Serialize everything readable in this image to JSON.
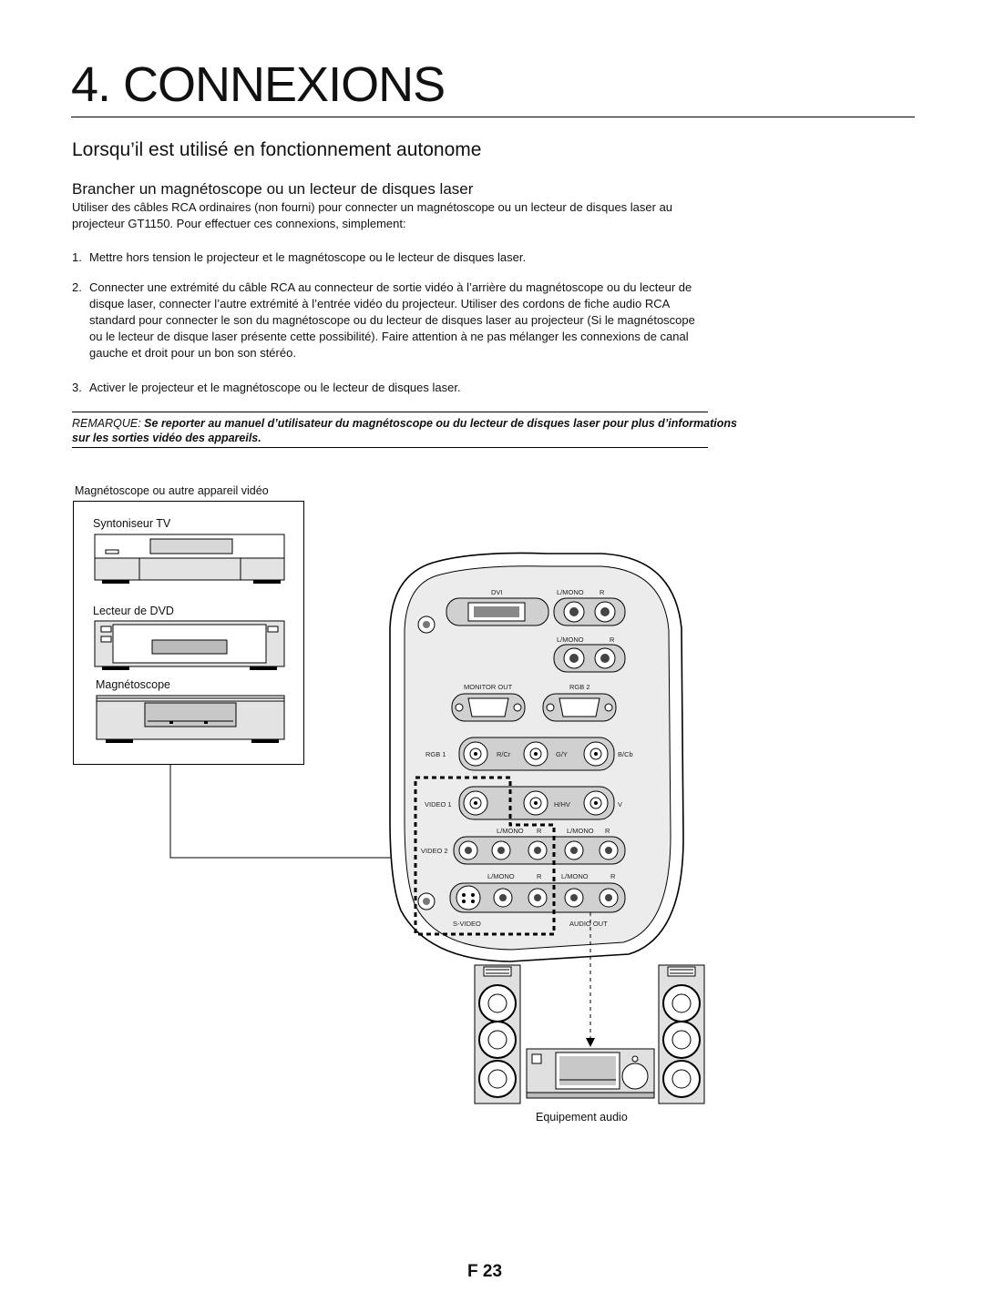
{
  "title": "4. CONNEXIONS",
  "section": "Lorsqu’il est utilisé en fonctionnement autonome",
  "subsection": "Brancher un magnétoscope ou un lecteur de disques laser",
  "intro": "Utiliser des câbles RCA ordinaires (non fourni) pour connecter un magnétoscope ou un lecteur de disques laser au projecteur GT1150. Pour effectuer ces connexions, simplement:",
  "steps": [
    {
      "num": "1.",
      "text": "Mettre hors tension le projecteur et le magnétoscope ou le lecteur de disques laser."
    },
    {
      "num": "2.",
      "text": "Connecter une extrémité du câble RCA au connecteur de sortie vidéo à l’arrière du magnétoscope ou du lecteur de disque laser, connecter l’autre extrémité à l’entrée vidéo du projecteur. Utiliser des cordons de fiche audio RCA standard pour connecter le son du magnétoscope ou du lecteur de disques laser au projecteur (Si le magnétoscope ou le lecteur de disque laser présente cette possibilité). Faire attention à ne pas mélanger les connexions de canal gauche et droit pour un bon son stéréo."
    },
    {
      "num": "3.",
      "text": "Activer le projecteur et le magnétoscope ou le lecteur de disques laser."
    }
  ],
  "note": {
    "label": "REMARQUE:",
    "text": " Se reporter au manuel d’utilisateur du magnétoscope ou du lecteur de disques laser pour plus d’informations sur les sorties vidéo des appareils."
  },
  "diagram": {
    "box_title": "Magnétoscope ou autre appareil vidéo",
    "tuner_label": "Syntoniseur TV",
    "dvd_label": "Lecteur de DVD",
    "vcr_label": "Magnétoscope",
    "audio_label": "Equipement audio",
    "panel": {
      "dvi": "DVI",
      "lmono": "L/MONO",
      "r": "R",
      "monitor_out": "MONITOR OUT",
      "rgb2": "RGB 2",
      "rgb1": "RGB 1",
      "rcr": "R/Cr",
      "gy": "G/Y",
      "bcb": "B/Cb",
      "video1": "VIDEO 1",
      "hhv": "H/HV",
      "v": "V",
      "video2": "VIDEO 2",
      "svideo": "S-VIDEO",
      "audio_out": "AUDIO OUT"
    }
  },
  "page_number": "F 23"
}
